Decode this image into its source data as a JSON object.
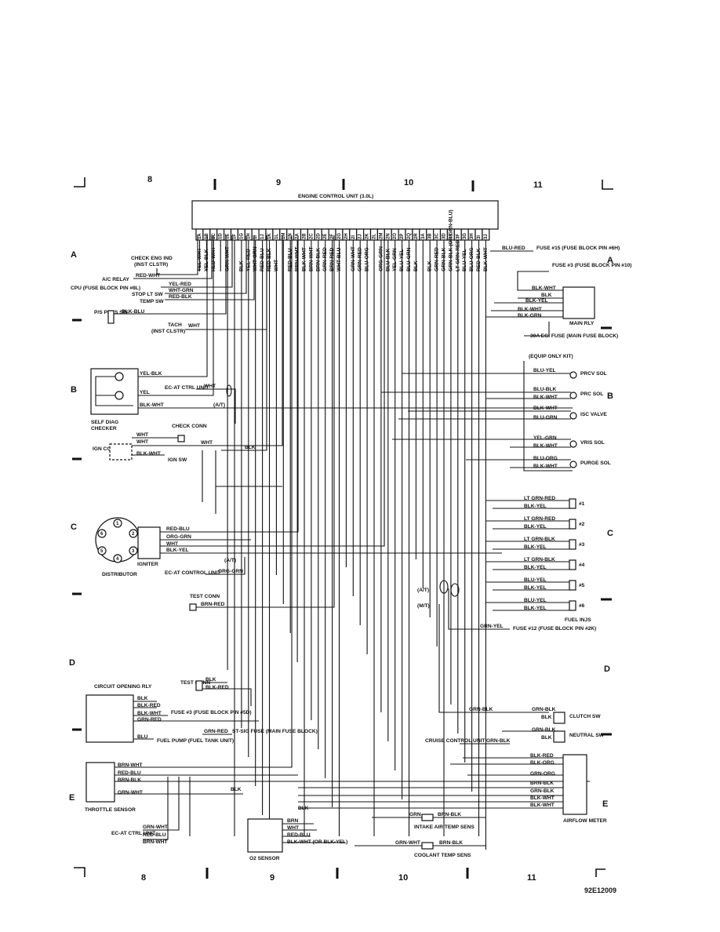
{
  "title": "ENGINE CONTROL UNIT (3.0L)",
  "figure_id": "92E12009",
  "grid_columns": [
    "8",
    "9",
    "10",
    "11"
  ],
  "grid_rows": [
    "A",
    "B",
    "C",
    "D",
    "E"
  ],
  "ecu_pins": [
    "1A",
    "1B",
    "1C",
    "1D",
    "1E",
    "1F",
    "1G",
    "1H",
    "1I",
    "1J",
    "1K",
    "1L",
    "1M",
    "1N",
    "2A",
    "2B",
    "2C",
    "2D",
    "2E",
    "2F",
    "2G",
    "2H",
    "2I",
    "2J",
    "2K",
    "2L",
    "2M",
    "2N",
    "2O",
    "2P",
    "2Q",
    "2R",
    "3A",
    "3B",
    "3C",
    "3D",
    "3E",
    "3F",
    "3G",
    "3H",
    "3I",
    "3J"
  ],
  "pin_wires": [
    "YEL-WHT",
    "YEL-BLK",
    "RED-WHT",
    "",
    "GRN-WHT",
    "",
    "BLK",
    "YEL-RED",
    "WHT-GRN",
    "RED-BLU",
    "RED-BLK",
    "WHT",
    "",
    "RED-BLU",
    "BRN-WHT",
    "BLK-WHT",
    "BRN-WHT",
    "BRN-BLK",
    "GRN-RED",
    "BRN-RED",
    "WHT-BLU",
    "",
    "GRN-WHT",
    "GRN-RED",
    "BLU-ORG",
    "",
    "ORG-GRN",
    "BLU-BLK",
    "YEL-GRN",
    "BLU-YEL",
    "BLU-GRN",
    "BLK",
    "",
    "BLK",
    "GRN-RED",
    "GRN-BLK",
    "GRN-BLK (OR GRN-BLU)",
    "LT GRN-RED",
    "BLU-YEL",
    "BLU-ORG",
    "RED-BLK",
    "BLK-WHT"
  ],
  "labels": {
    "check_eng_ind": "CHECK ENG IND",
    "inst_clstr": "(INST CLSTR)",
    "ac_relay": "A/C RELAY",
    "cpu_fuse": "CPU (FUSE BLOCK PIN #8L)",
    "stop_lt_sw": "STOP LT SW",
    "temp_sw": "TEMP SW",
    "ps_pres_sw": "P/S PRES SW",
    "tach": "TACH",
    "tach_inst": "(INST CLSTR)",
    "self_diag": "SELF DIAG CHECKER",
    "ec_at_ctrl_unit": "EC-AT CTRL UNIT",
    "at": "(A/T)",
    "check_conn": "CHECK CONN",
    "ign_coil": "IGN COIL",
    "ign_sw": "IGN SW",
    "distributor": "DISTRIBUTOR",
    "igniter": "IGNITER",
    "ec_at_control_unit": "EC-AT CONTROL UNIT",
    "test_conn": "TEST CONN",
    "circuit_opening_rly": "CIRCUIT OPENING RLY",
    "fuse3_5d": "FUSE #3 (FUSE BLOCK PIN #5D)",
    "fuel_pump": "FUEL PUMP (FUEL TANK UNIT)",
    "st_sig_fuse": "ST-SIG FUSE (MAIN FUSE BLOCK)",
    "throttle_sensor": "THROTTLE SENSOR",
    "ec_at_ctrl_unit2": "EC-AT CTRL UNIT",
    "o2_sensor": "O2 SENSOR",
    "fuse15": "FUSE #15 (FUSE BLOCK PIN #6H)",
    "fuse3_10": "FUSE #3 (FUSE BLOCK PIN #10)",
    "main_rly": "MAIN RLY",
    "egi_fuse": "30A EGI FUSE (MAIN FUSE BLOCK)",
    "equip_only": "(EQUIP ONLY KIT)",
    "prcv_sol": "PRCV SOL",
    "prc_sol": "PRC SOL",
    "isc_valve": "ISC VALVE",
    "vris_sol": "VRIS SOL",
    "purge_sol": "PURGE SOL",
    "fuel_injs": "FUEL INJS",
    "fuse12": "FUSE #12 (FUSE BLOCK PIN #2K)",
    "mt": "(M/T)",
    "clutch_sw": "CLUTCH SW",
    "neutral_sw": "NEUTRAL SW",
    "cruise_control_unit": "CRUISE CONTROL UNIT",
    "airflow_meter": "AIRFLOW METER",
    "intake_air": "INTAKE AIR TEMP SENS",
    "coolant_temp": "COOLANT TEMP SENS"
  },
  "injector_labels": [
    "#1",
    "#2",
    "#3",
    "#4",
    "#5",
    "#6"
  ],
  "colors": {
    "ink": "#111111",
    "paper": "#ffffff"
  }
}
